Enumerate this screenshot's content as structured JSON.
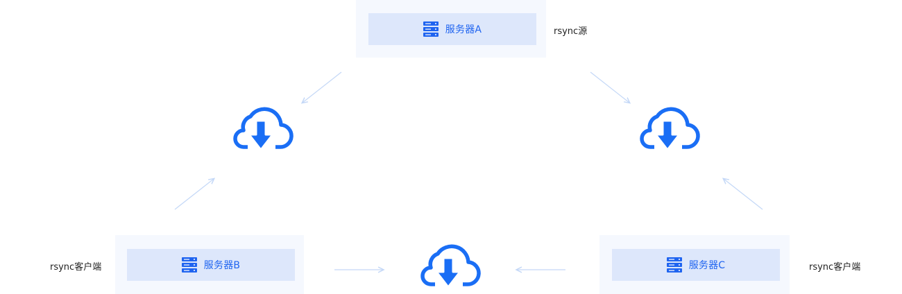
{
  "servers": {
    "a": {
      "label": "服务器A",
      "role": "rsync源"
    },
    "b": {
      "label": "服务器B",
      "role": "rsync客户端"
    },
    "c": {
      "label": "服务器C",
      "role": "rsync客户端"
    }
  },
  "icons": {
    "server": "server-rack-icon",
    "cloud": "cloud-download-icon"
  },
  "colors": {
    "accent": "#1f64f0",
    "panel": "#f5f8fe",
    "box": "#dde7fb",
    "arrow": "#c4d8f7"
  }
}
